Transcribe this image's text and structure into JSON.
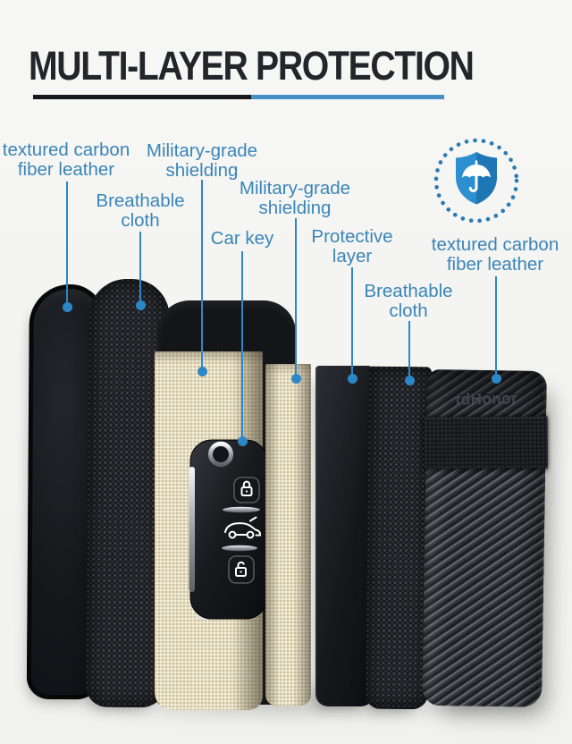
{
  "title": {
    "text": "MULTI-LAYER PROTECTION"
  },
  "colors": {
    "label_blue": "#3a85b7",
    "leader_line_blue": "#2d87c6",
    "underline_black": "#17191c",
    "underline_blue": "#4590c7",
    "badge_shield_blue": "#2e8fd0",
    "badge_shield_blue_dark": "#1e77b4",
    "shielding_tan": "#e7ddc0"
  },
  "badge": {
    "icon": "shield-with-umbrella"
  },
  "labels": [
    {
      "text": "textured carbon\nfiber leather"
    },
    {
      "text": "Breathable\ncloth"
    },
    {
      "text": "Military-grade\nshielding"
    },
    {
      "text": "Car key"
    },
    {
      "text": "Military-grade\nshielding"
    },
    {
      "text": "Protective\nlayer"
    },
    {
      "text": "Breathable\ncloth"
    },
    {
      "text": "textured carbon\nfiber leather"
    }
  ],
  "pouch": {
    "brand": "tdHonor"
  }
}
